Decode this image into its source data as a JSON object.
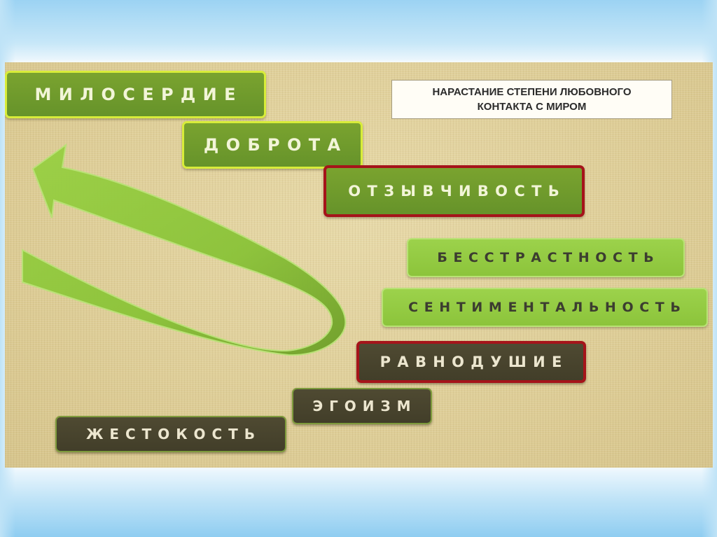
{
  "title": {
    "line1": "НАРАСТАНИЕ СТЕПЕНИ ЛЮБОВНОГО",
    "line2": "КОНТАКТА С МИРОМ"
  },
  "labels": {
    "miloserdie": "М И Л О С Е Р Д И Е",
    "dobrota": "Д О Б Р О Т А",
    "otzyvchivost": "О Т З Ы В Ч И В О С Т Ь",
    "besstrastnost": "Б Е С С Т Р А С Т Н О С Т Ь",
    "sentimentalnost": "С Е Н Т И М Е Н Т А Л Ь Н О С Т Ь",
    "ravnodushie": "Р А В Н О Д У Ш И Е",
    "egoizm": "Э Г О И З М",
    "zhestokost": "Ж Е С Т О К О С Т Ь"
  },
  "icons": {
    "arrow": "curved-up-arrow-icon"
  },
  "colors": {
    "dark_green": "#6e9a2c",
    "light_green": "#94cb43",
    "dark_olive": "#4a4530",
    "highlight_border": "#a5141a",
    "yellow_border": "#d8ec3a",
    "background": "#e0d09c"
  }
}
